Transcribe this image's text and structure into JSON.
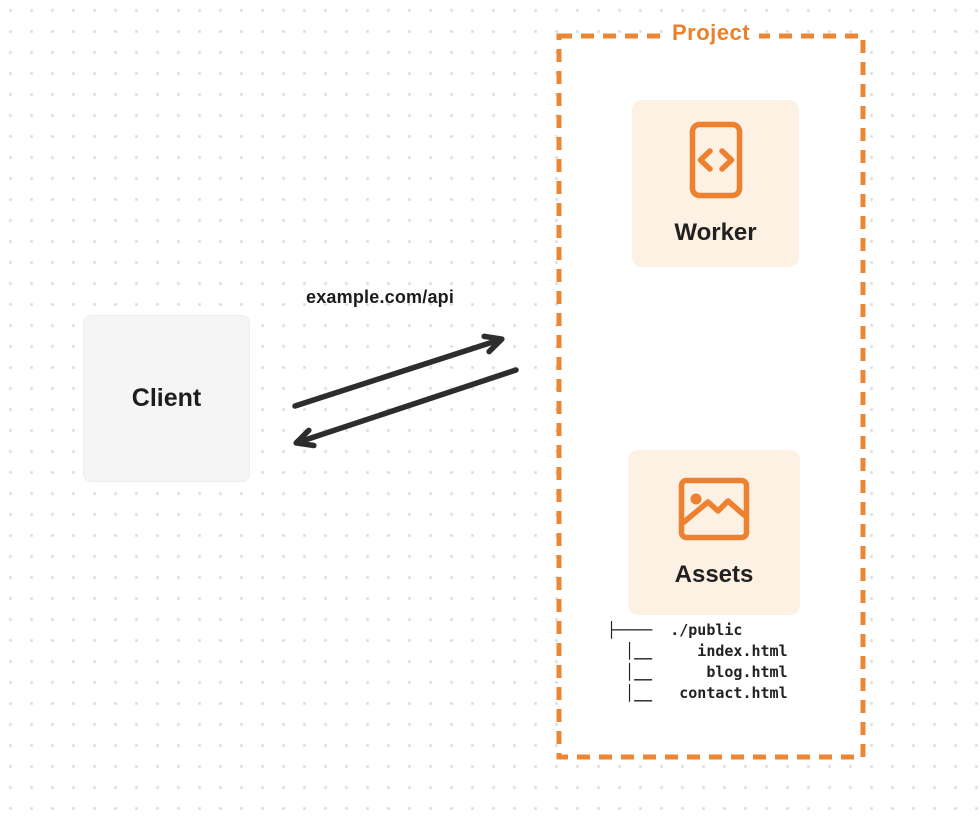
{
  "colors": {
    "accent_orange": "#ed8633",
    "card_background": "#fdf1e3",
    "client_background": "#f5f5f6",
    "text_dark": "#212121",
    "arrow_dark": "#2d2d2d",
    "grid_dot": "#e3e3e6"
  },
  "project": {
    "label": "Project",
    "nodes": [
      {
        "label": "Worker",
        "icon": "code-document-icon"
      },
      {
        "label": "Assets",
        "icon": "image-icon"
      }
    ],
    "file_tree": {
      "root": "./public",
      "files": [
        "index.html",
        "blog.html",
        "contact.html"
      ],
      "lines": [
        "├────  ./public",
        "  │__     index.html",
        "  │__      blog.html",
        "  │__   contact.html"
      ]
    }
  },
  "client": {
    "label": "Client"
  },
  "request": {
    "url_label": "example.com/api"
  }
}
